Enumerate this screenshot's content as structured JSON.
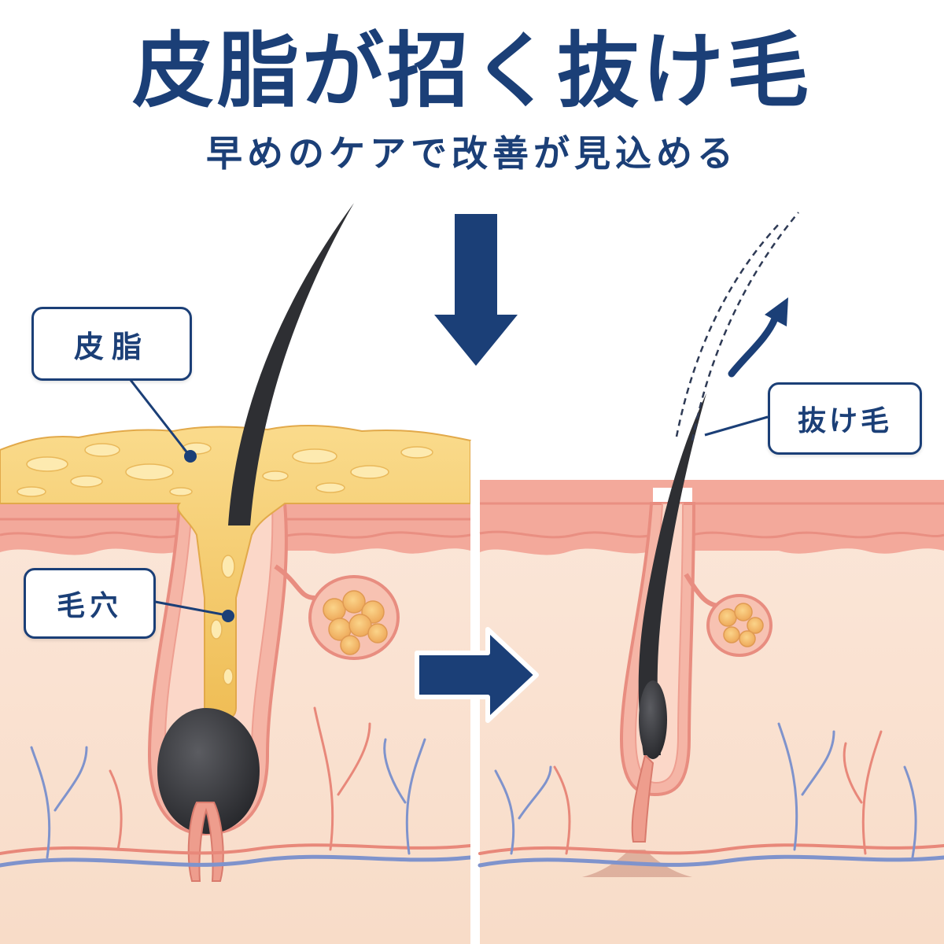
{
  "header": {
    "title": "皮脂が招く抜け毛",
    "subtitle": "早めのケアで改善が見込める"
  },
  "labels": {
    "sebum": "皮脂",
    "pore": "毛穴",
    "hair_loss": "抜け毛"
  },
  "colors": {
    "brand_navy": "#1b3f77",
    "sebum_yellow": "#f3c45e",
    "skin_pink": "#f4a79a",
    "dermis_beige": "#fbe3d3",
    "hair_black": "#2e2f33",
    "vein_blue": "#7f93cc",
    "artery_red": "#e8887a"
  },
  "icons": {
    "down_arrow": "arrow-down-icon",
    "right_arrow": "arrow-right-icon",
    "pull_out_arrow": "curved-arrow-up-icon"
  }
}
